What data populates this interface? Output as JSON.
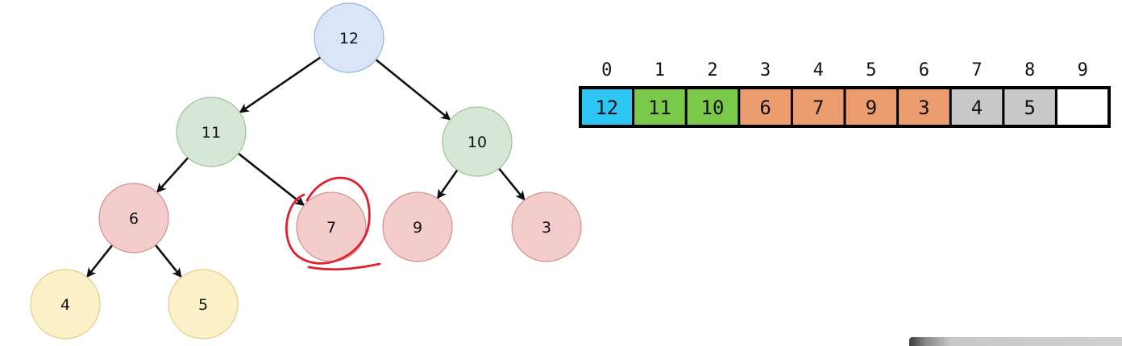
{
  "heap_tree": {
    "nodes": [
      {
        "id": "n0",
        "value": "12",
        "level": "root"
      },
      {
        "id": "n1",
        "value": "11",
        "level": "internal"
      },
      {
        "id": "n2",
        "value": "10",
        "level": "internal"
      },
      {
        "id": "n3",
        "value": "6",
        "level": "leaf-parent"
      },
      {
        "id": "n4",
        "value": "7",
        "level": "leaf-parent"
      },
      {
        "id": "n5",
        "value": "9",
        "level": "leaf-parent"
      },
      {
        "id": "n6",
        "value": "3",
        "level": "leaf-parent"
      },
      {
        "id": "n7",
        "value": "4",
        "level": "leaf"
      },
      {
        "id": "n8",
        "value": "5",
        "level": "leaf"
      }
    ],
    "edges": [
      [
        "n0",
        "n1"
      ],
      [
        "n0",
        "n2"
      ],
      [
        "n1",
        "n3"
      ],
      [
        "n1",
        "n4"
      ],
      [
        "n2",
        "n5"
      ],
      [
        "n2",
        "n6"
      ],
      [
        "n3",
        "n7"
      ],
      [
        "n3",
        "n8"
      ]
    ],
    "highlighted_node": "n4",
    "colors": {
      "root": {
        "fill": "#dae5f8",
        "stroke": "#98b3df"
      },
      "internal": {
        "fill": "#d6e8d5",
        "stroke": "#9cc39a"
      },
      "leaf-parent": {
        "fill": "#f4cccc",
        "stroke": "#d38f8f"
      },
      "leaf": {
        "fill": "#fbf0c7",
        "stroke": "#e0cf86"
      },
      "highlight": "#e0202e",
      "edge": "#111111"
    }
  },
  "heap_array": {
    "indices": [
      "0",
      "1",
      "2",
      "3",
      "4",
      "5",
      "6",
      "7",
      "8",
      "9"
    ],
    "cells": [
      {
        "value": "12",
        "color": "#2fc5f3"
      },
      {
        "value": "11",
        "color": "#7ac94a"
      },
      {
        "value": "10",
        "color": "#7ac94a"
      },
      {
        "value": "6",
        "color": "#ec9d6f"
      },
      {
        "value": "7",
        "color": "#ec9d6f"
      },
      {
        "value": "9",
        "color": "#ec9d6f"
      },
      {
        "value": "3",
        "color": "#ec9d6f"
      },
      {
        "value": "4",
        "color": "#c9c8c9"
      },
      {
        "value": "5",
        "color": "#c9c8c9"
      },
      {
        "value": "",
        "color": "#ffffff"
      }
    ],
    "border_color": "#000000"
  }
}
